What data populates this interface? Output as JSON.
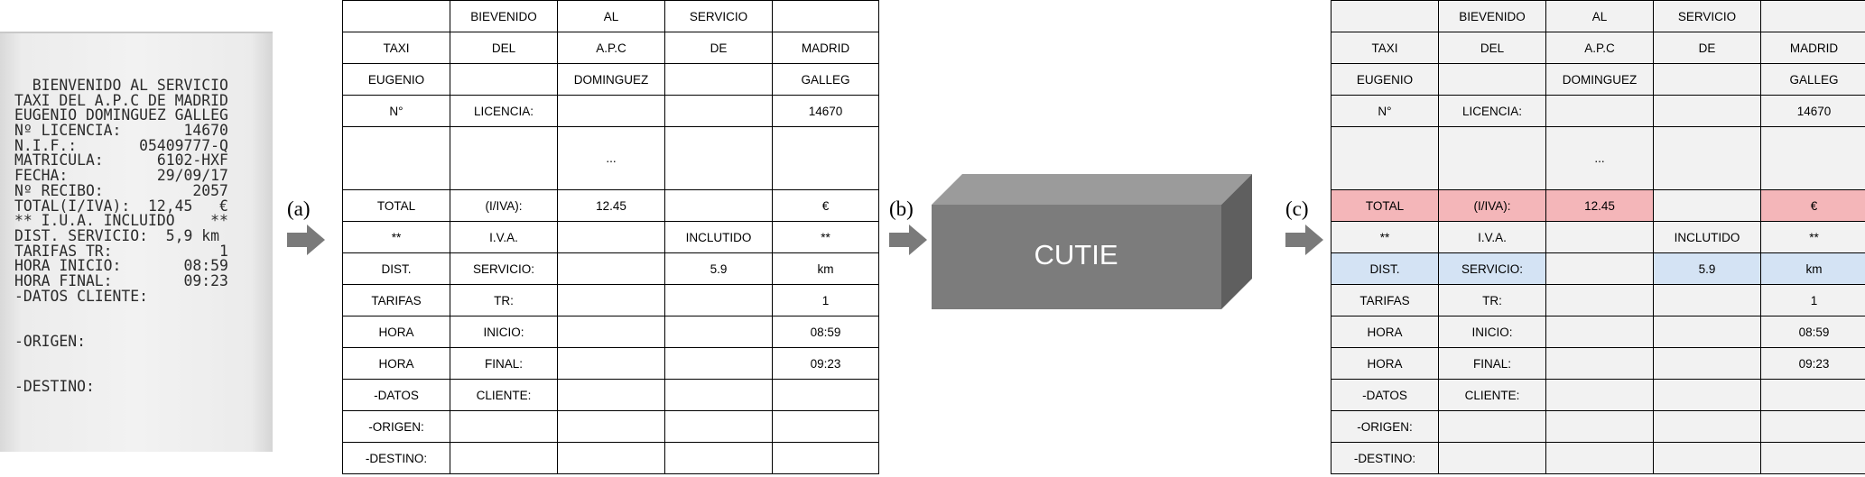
{
  "receipt": {
    "lines": [
      "  BIENVENIDO AL SERVICIO",
      "TAXI DEL A.P.C DE MADRID",
      "EUGENIO DOMINGUEZ GALLEG",
      "Nº LICENCIA:       14670",
      "N.I.F.:       05409777-Q",
      "MATRICULA:      6102-HXF",
      "FECHA:          29/09/17",
      "Nº RECIBO:          2057",
      "TOTAL(I/IVA):  12,45   €",
      "** I.U.A. INCLUIDO    **",
      "DIST. SERVICIO:  5,9 km",
      "TARIFAS TR:            1",
      "HORA INICIO:       08:59",
      "HORA FINAL:        09:23",
      "-DATOS CLIENTE:",
      "",
      "",
      "-ORIGEN:",
      "",
      "",
      "-DESTINO:"
    ]
  },
  "steps": {
    "a": "(a)",
    "b": "(b)",
    "c": "(c)"
  },
  "model_label": "CUTIE",
  "table_rows": [
    [
      "",
      "BIEVENIDO",
      "AL",
      "SERVICIO",
      ""
    ],
    [
      "TAXI",
      "DEL",
      "A.P.C",
      "DE",
      "MADRID"
    ],
    [
      "EUGENIO",
      "",
      "DOMINGUEZ",
      "",
      "GALLEG"
    ],
    [
      "N°",
      "LICENCIA:",
      "",
      "",
      "14670"
    ],
    [
      "",
      "",
      "...",
      "",
      ""
    ],
    [
      "TOTAL",
      "(I/IVA):",
      "12.45",
      "",
      "€"
    ],
    [
      "**",
      "I.V.A.",
      "",
      "INCLUTIDO",
      "**"
    ],
    [
      "DIST.",
      "SERVICIO:",
      "",
      "5.9",
      "km"
    ],
    [
      "TARIFAS",
      "TR:",
      "",
      "",
      "1"
    ],
    [
      "HORA",
      "INICIO:",
      "",
      "",
      "08:59"
    ],
    [
      "HORA",
      "FINAL:",
      "",
      "",
      "09:23"
    ],
    [
      "-DATOS",
      "CLIENTE:",
      "",
      "",
      ""
    ],
    [
      "-ORIGEN:",
      "",
      "",
      "",
      ""
    ],
    [
      "-DESTINO:",
      "",
      "",
      "",
      ""
    ]
  ],
  "highlight_colors": {
    "red": "#f4b6b9",
    "blue": "#d4e3f4",
    "cell_bg": "#f2f2f2"
  },
  "highlights": [
    {
      "row": 5,
      "cols": [
        0,
        1,
        2,
        4
      ],
      "color": "red"
    },
    {
      "row": 7,
      "cols": [
        0,
        1,
        3,
        4
      ],
      "color": "blue"
    }
  ]
}
